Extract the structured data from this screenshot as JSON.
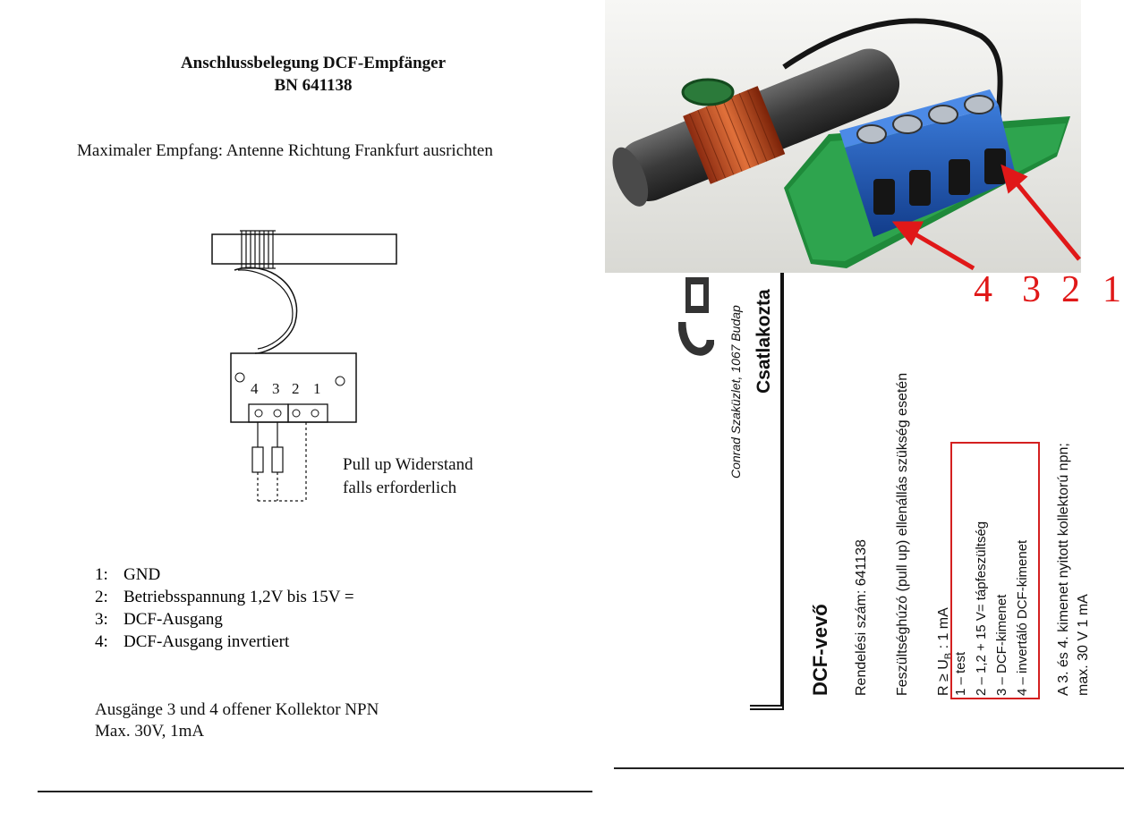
{
  "german_sheet": {
    "title_line1": "Anschlussbelegung DCF-Empfänger",
    "title_line2": "BN 641138",
    "instruction": "Maximaler Empfang: Antenne Richtung Frankfurt ausrichten",
    "pin_labels": [
      "4",
      "3",
      "2",
      "1"
    ],
    "pullup_line1": "Pull up Widerstand",
    "pullup_line2": "falls erforderlich",
    "pins": [
      {
        "num": "1:",
        "desc": "GND"
      },
      {
        "num": "2:",
        "desc": "Betriebsspannung 1,2V bis 15V ="
      },
      {
        "num": "3:",
        "desc": "DCF-Ausgang"
      },
      {
        "num": "4:",
        "desc": "DCF-Ausgang invertiert"
      }
    ],
    "outputs_line1": "Ausgänge 3 und 4 offener Kollektor NPN",
    "outputs_line2": "Max. 30V, 1mA"
  },
  "photo": {
    "pin_numbers": [
      "4",
      "3",
      "2",
      "1"
    ],
    "accent_color": "#e01818"
  },
  "hungarian_sheet": {
    "header_title": "Csatlakozta",
    "header_shop": "Conrad Szaküzlet,  1067 Budap",
    "doc_title": "DCF-vevő",
    "order_number": "Rendelési szám: 641138",
    "pullup_note": "Feszültséghúzó (pull up) ellenállás szükség esetén",
    "current": "R ≥ U",
    "current_sub": "B",
    "current_rest": " : 1 mA",
    "pin_list": [
      "1 – test",
      "2 – 1,2 + 15 V= tápfeszültség",
      "3 – DCF-kimenet",
      "4 – invertáló DCF-kimenet"
    ],
    "outputs_line1": "A 3. és 4. kimenet nyitott kollektorú npn;",
    "outputs_line2": "max. 30 V 1 mA",
    "box_color": "#d42020"
  }
}
